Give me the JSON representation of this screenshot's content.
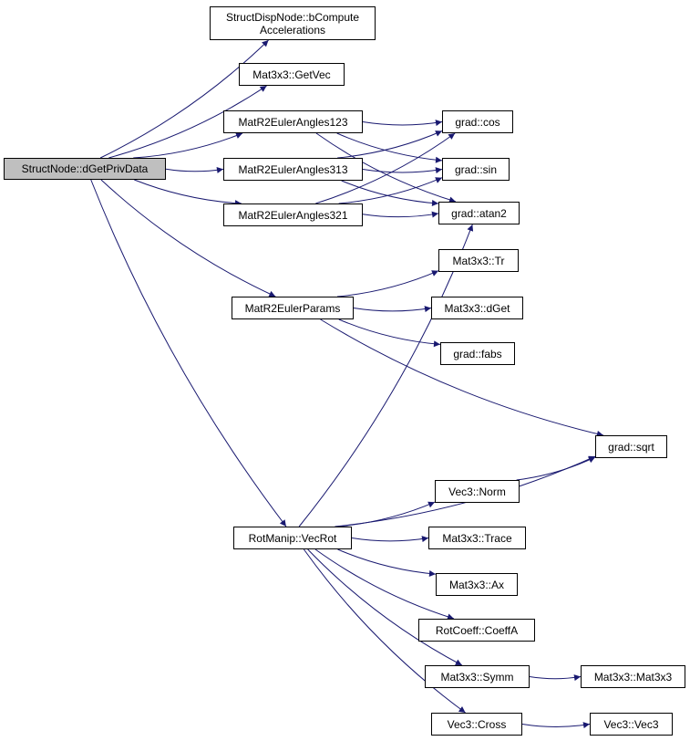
{
  "colors": {
    "edge": "#191970",
    "node_border": "#000000",
    "root_fill": "#bfbfbf",
    "node_fill": "#ffffff"
  },
  "nodes": [
    {
      "id": "root",
      "lines": [
        "StructNode::dGetPrivData"
      ],
      "root": true
    },
    {
      "id": "bcompute",
      "lines": [
        "StructDispNode::bCompute",
        "Accelerations"
      ]
    },
    {
      "id": "getvec",
      "lines": [
        "Mat3x3::GetVec"
      ]
    },
    {
      "id": "e123",
      "lines": [
        "MatR2EulerAngles123"
      ]
    },
    {
      "id": "e313",
      "lines": [
        "MatR2EulerAngles313"
      ]
    },
    {
      "id": "e321",
      "lines": [
        "MatR2EulerAngles321"
      ]
    },
    {
      "id": "cos",
      "lines": [
        "grad::cos"
      ]
    },
    {
      "id": "sin",
      "lines": [
        "grad::sin"
      ]
    },
    {
      "id": "atan2",
      "lines": [
        "grad::atan2"
      ]
    },
    {
      "id": "tr",
      "lines": [
        "Mat3x3::Tr"
      ]
    },
    {
      "id": "eparams",
      "lines": [
        "MatR2EulerParams"
      ]
    },
    {
      "id": "dget",
      "lines": [
        "Mat3x3::dGet"
      ]
    },
    {
      "id": "fabs",
      "lines": [
        "grad::fabs"
      ]
    },
    {
      "id": "sqrt",
      "lines": [
        "grad::sqrt"
      ]
    },
    {
      "id": "norm",
      "lines": [
        "Vec3::Norm"
      ]
    },
    {
      "id": "vecrot",
      "lines": [
        "RotManip::VecRot"
      ]
    },
    {
      "id": "trace",
      "lines": [
        "Mat3x3::Trace"
      ]
    },
    {
      "id": "ax",
      "lines": [
        "Mat3x3::Ax"
      ]
    },
    {
      "id": "coeffa",
      "lines": [
        "RotCoeff::CoeffA"
      ]
    },
    {
      "id": "symm",
      "lines": [
        "Mat3x3::Symm"
      ]
    },
    {
      "id": "mat3x3",
      "lines": [
        "Mat3x3::Mat3x3"
      ]
    },
    {
      "id": "cross",
      "lines": [
        "Vec3::Cross"
      ]
    },
    {
      "id": "vec3",
      "lines": [
        "Vec3::Vec3"
      ]
    }
  ],
  "edges": [
    [
      "root",
      "bcompute"
    ],
    [
      "root",
      "getvec"
    ],
    [
      "root",
      "e123"
    ],
    [
      "root",
      "e313"
    ],
    [
      "root",
      "e321"
    ],
    [
      "root",
      "eparams"
    ],
    [
      "root",
      "vecrot"
    ],
    [
      "e123",
      "cos"
    ],
    [
      "e123",
      "sin"
    ],
    [
      "e123",
      "atan2"
    ],
    [
      "e313",
      "cos"
    ],
    [
      "e313",
      "sin"
    ],
    [
      "e313",
      "atan2"
    ],
    [
      "e321",
      "cos"
    ],
    [
      "e321",
      "sin"
    ],
    [
      "e321",
      "atan2"
    ],
    [
      "eparams",
      "tr"
    ],
    [
      "eparams",
      "dget"
    ],
    [
      "eparams",
      "fabs"
    ],
    [
      "eparams",
      "sqrt"
    ],
    [
      "norm",
      "sqrt"
    ],
    [
      "vecrot",
      "atan2"
    ],
    [
      "vecrot",
      "sqrt"
    ],
    [
      "vecrot",
      "norm"
    ],
    [
      "vecrot",
      "trace"
    ],
    [
      "vecrot",
      "ax"
    ],
    [
      "vecrot",
      "coeffa"
    ],
    [
      "vecrot",
      "symm"
    ],
    [
      "vecrot",
      "cross"
    ],
    [
      "symm",
      "mat3x3"
    ],
    [
      "cross",
      "vec3"
    ]
  ]
}
